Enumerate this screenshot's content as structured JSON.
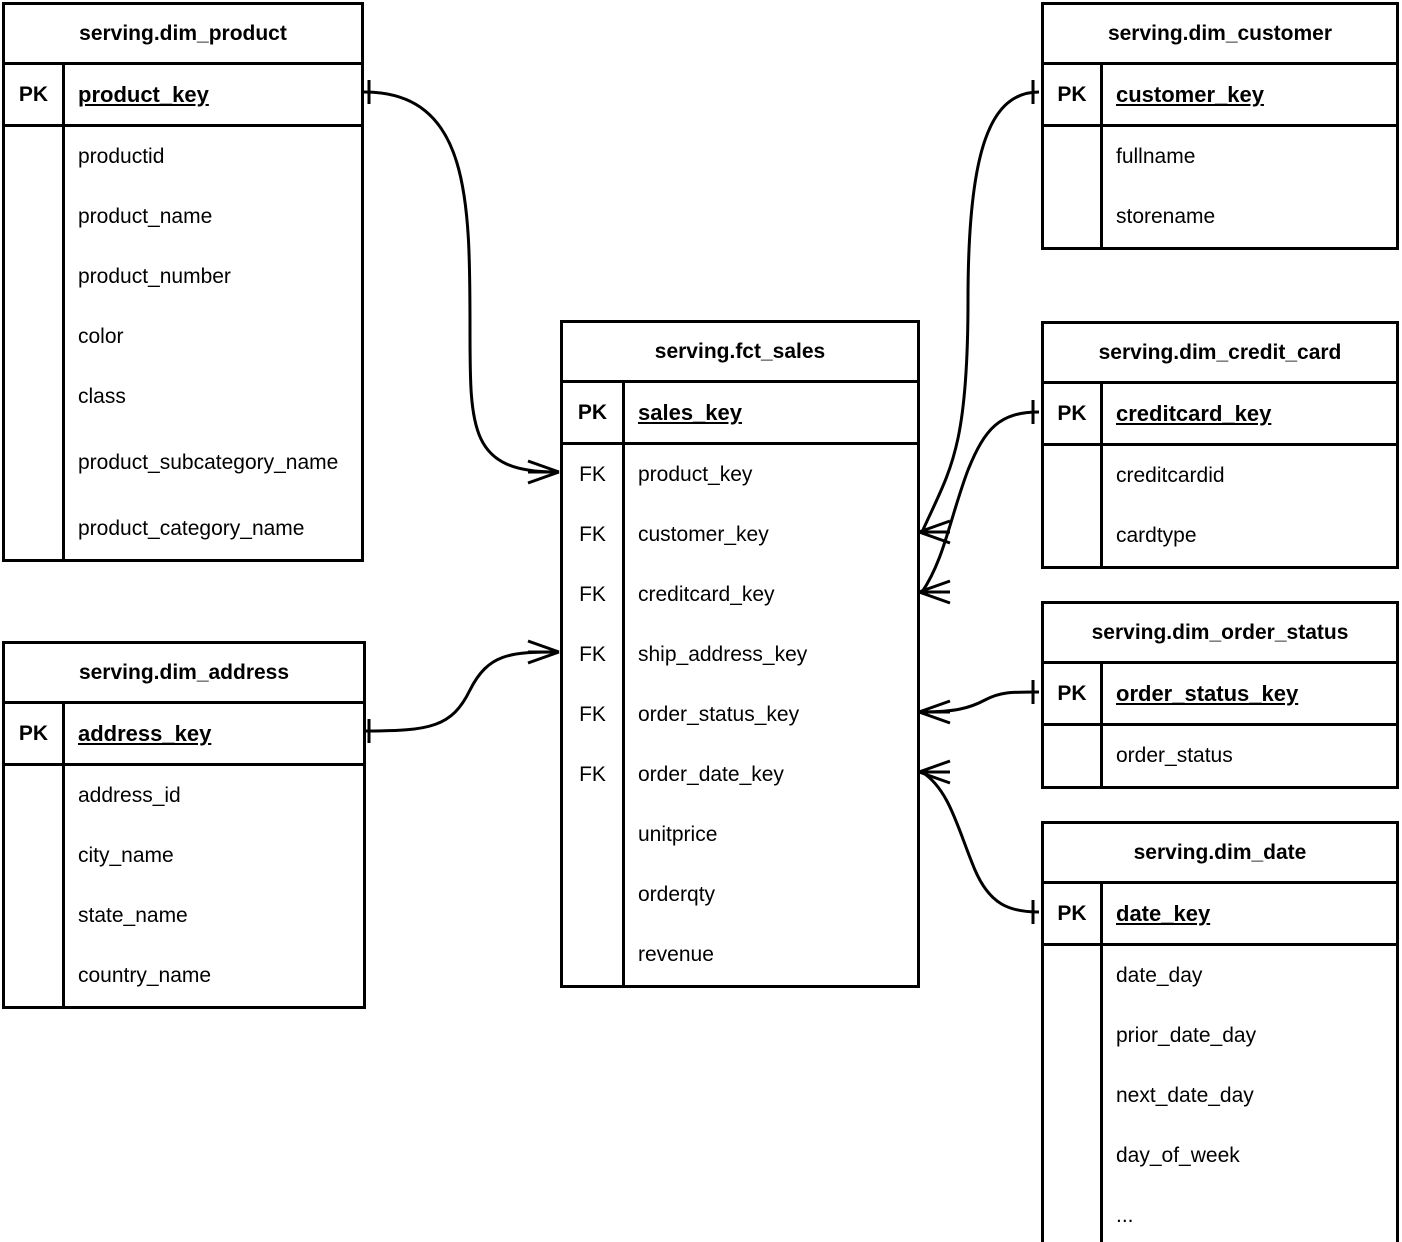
{
  "diagram": {
    "type": "entity-relationship-diagram",
    "notation": "crow's-foot",
    "background_color": "#ffffff",
    "line_color": "#000000",
    "text_color": "#000000"
  },
  "labels": {
    "pk": "PK",
    "fk": "FK",
    "ellipsis": "..."
  },
  "entities": [
    {
      "id": "dim_product",
      "title": "serving.dim_product",
      "primary_key": {
        "tag": "PK",
        "name": "product_key"
      },
      "fields": [
        {
          "tag": "",
          "name": "productid"
        },
        {
          "tag": "",
          "name": "product_name"
        },
        {
          "tag": "",
          "name": "product_number"
        },
        {
          "tag": "",
          "name": "color"
        },
        {
          "tag": "",
          "name": "class"
        },
        {
          "tag": "",
          "name": "product_subcategory_name"
        },
        {
          "tag": "",
          "name": "product_category_name"
        }
      ]
    },
    {
      "id": "dim_address",
      "title": "serving.dim_address",
      "primary_key": {
        "tag": "PK",
        "name": "address_key"
      },
      "fields": [
        {
          "tag": "",
          "name": "address_id"
        },
        {
          "tag": "",
          "name": "city_name"
        },
        {
          "tag": "",
          "name": "state_name"
        },
        {
          "tag": "",
          "name": "country_name"
        }
      ]
    },
    {
      "id": "fct_sales",
      "title": "serving.fct_sales",
      "primary_key": {
        "tag": "PK",
        "name": "sales_key"
      },
      "fields": [
        {
          "tag": "FK",
          "name": "product_key"
        },
        {
          "tag": "FK",
          "name": "customer_key"
        },
        {
          "tag": "FK",
          "name": "creditcard_key"
        },
        {
          "tag": "FK",
          "name": "ship_address_key"
        },
        {
          "tag": "FK",
          "name": "order_status_key"
        },
        {
          "tag": "FK",
          "name": "order_date_key"
        },
        {
          "tag": "",
          "name": "unitprice"
        },
        {
          "tag": "",
          "name": "orderqty"
        },
        {
          "tag": "",
          "name": "revenue"
        }
      ]
    },
    {
      "id": "dim_customer",
      "title": "serving.dim_customer",
      "primary_key": {
        "tag": "PK",
        "name": "customer_key"
      },
      "fields": [
        {
          "tag": "",
          "name": "fullname"
        },
        {
          "tag": "",
          "name": "storename"
        }
      ]
    },
    {
      "id": "dim_credit_card",
      "title": "serving.dim_credit_card",
      "primary_key": {
        "tag": "PK",
        "name": "creditcard_key"
      },
      "fields": [
        {
          "tag": "",
          "name": "creditcardid"
        },
        {
          "tag": "",
          "name": "cardtype"
        }
      ]
    },
    {
      "id": "dim_order_status",
      "title": "serving.dim_order_status",
      "primary_key": {
        "tag": "PK",
        "name": "order_status_key"
      },
      "fields": [
        {
          "tag": "",
          "name": "order_status"
        }
      ]
    },
    {
      "id": "dim_date",
      "title": "serving.dim_date",
      "primary_key": {
        "tag": "PK",
        "name": "date_key"
      },
      "fields": [
        {
          "tag": "",
          "name": "date_day"
        },
        {
          "tag": "",
          "name": "prior_date_day"
        },
        {
          "tag": "",
          "name": "next_date_day"
        },
        {
          "tag": "",
          "name": "day_of_week"
        },
        {
          "tag": "",
          "name": "..."
        }
      ]
    }
  ],
  "relationships": [
    {
      "id": "rel-product-sales",
      "from_entity": "dim_product",
      "from_field": "product_key",
      "from_cardinality": "one",
      "to_entity": "fct_sales",
      "to_field": "product_key",
      "to_cardinality": "many"
    },
    {
      "id": "rel-address-sales",
      "from_entity": "dim_address",
      "from_field": "address_key",
      "from_cardinality": "one",
      "to_entity": "fct_sales",
      "to_field": "ship_address_key",
      "to_cardinality": "many"
    },
    {
      "id": "rel-customer-sales",
      "from_entity": "dim_customer",
      "from_field": "customer_key",
      "from_cardinality": "one",
      "to_entity": "fct_sales",
      "to_field": "customer_key",
      "to_cardinality": "many"
    },
    {
      "id": "rel-creditcard-sales",
      "from_entity": "dim_credit_card",
      "from_field": "creditcard_key",
      "from_cardinality": "one",
      "to_entity": "fct_sales",
      "to_field": "creditcard_key",
      "to_cardinality": "many"
    },
    {
      "id": "rel-orderstatus-sales",
      "from_entity": "dim_order_status",
      "from_field": "order_status_key",
      "from_cardinality": "one",
      "to_entity": "fct_sales",
      "to_field": "order_status_key",
      "to_cardinality": "many"
    },
    {
      "id": "rel-date-sales",
      "from_entity": "dim_date",
      "from_field": "date_key",
      "from_cardinality": "one",
      "to_entity": "fct_sales",
      "to_field": "order_date_key",
      "to_cardinality": "many"
    }
  ]
}
